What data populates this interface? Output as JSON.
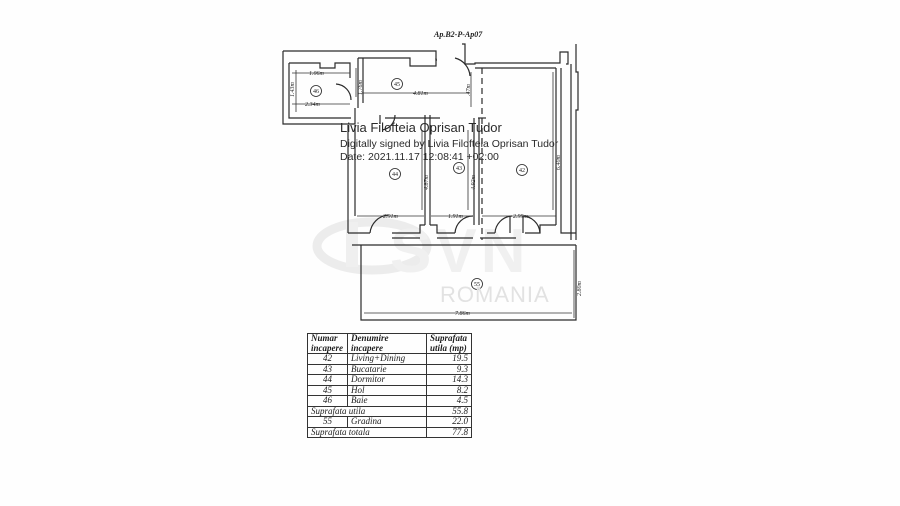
{
  "document": {
    "apartment_label": "Ap.B2-P-Ap07",
    "signature": {
      "name": "Livia Filofteia Oprisan Tudor",
      "signed_by": "Digitally signed by Livia Filofteia Oprisan Tudor",
      "date": "Date: 2021.11.17 12:08:41 +02:00"
    },
    "watermark": {
      "brand": "SVN",
      "sub": "ROMANIA"
    },
    "plan": {
      "rooms": [
        {
          "id": "42",
          "label": "42"
        },
        {
          "id": "43",
          "label": "43"
        },
        {
          "id": "44",
          "label": "44"
        },
        {
          "id": "45",
          "label": "45"
        },
        {
          "id": "46",
          "label": "46"
        },
        {
          "id": "55",
          "label": "55"
        }
      ],
      "dimensions": {
        "d_1_06": "1.06m",
        "d_1_43": "1.43m",
        "d_2_34": "2.34m",
        "d_1_76": "1.76m",
        "d_4_81": "4.81m",
        "d_0_47": ".47m",
        "d_4_87": "4.87m",
        "d_4_92": "4.92m",
        "d_6_40": "6.40m",
        "d_2_91": "2.91m",
        "d_1_91": "1.91m",
        "d_2_99": "2.99m",
        "d_2_80": "2.80m",
        "d_7_86": "7.86m"
      }
    },
    "table": {
      "headers": {
        "number": [
          "Numar",
          "incapere"
        ],
        "name": [
          "Denumire",
          "incapere"
        ],
        "area": [
          "Suprafata",
          "utila (mp)"
        ]
      },
      "rows": [
        {
          "number": "42",
          "name": "Living+Dining",
          "area": "19.5"
        },
        {
          "number": "43",
          "name": "Bucatarie",
          "area": "9.3"
        },
        {
          "number": "44",
          "name": "Dormitor",
          "area": "14.3"
        },
        {
          "number": "45",
          "name": "Hol",
          "area": "8.2"
        },
        {
          "number": "46",
          "name": "Baie",
          "area": "4.5"
        }
      ],
      "subtotal": {
        "label": "Suprafata utila",
        "area": "55.8"
      },
      "garden": {
        "number": "55",
        "name": "Gradina",
        "area": "22.0"
      },
      "total": {
        "label": "Suprafata totala",
        "area": "77.8"
      }
    }
  }
}
